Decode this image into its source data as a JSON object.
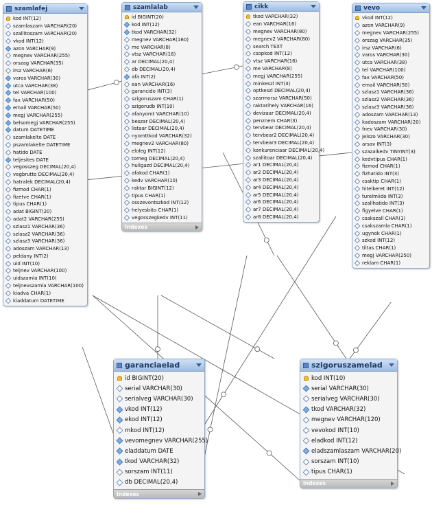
{
  "tables": [
    {
      "id": "szamlafej",
      "title": "szamlafej",
      "footer": "",
      "columns": [
        {
          "text": "kod INT(12)",
          "kind": "key"
        },
        {
          "text": "szamlaszam VARCHAR(20)",
          "kind": "plain"
        },
        {
          "text": "szallitoszam VARCHAR(20)",
          "kind": "plain"
        },
        {
          "text": "vkod INT(12)",
          "kind": "plain"
        },
        {
          "text": "azon VARCHAR(9)",
          "kind": "col"
        },
        {
          "text": "megnev VARCHAR(255)",
          "kind": "plain"
        },
        {
          "text": "orszag VARCHAR(35)",
          "kind": "plain"
        },
        {
          "text": "irsz VARCHAR(6)",
          "kind": "plain"
        },
        {
          "text": "varos VARCHAR(30)",
          "kind": "col"
        },
        {
          "text": "utca VARCHAR(38)",
          "kind": "col"
        },
        {
          "text": "tel VARCHAR(100)",
          "kind": "col"
        },
        {
          "text": "fax VARCHAR(50)",
          "kind": "col"
        },
        {
          "text": "email VARCHAR(50)",
          "kind": "col"
        },
        {
          "text": "megj VARCHAR(255)",
          "kind": "col"
        },
        {
          "text": "belsomegj VARCHAR(255)",
          "kind": "col"
        },
        {
          "text": "datum DATETIME",
          "kind": "col"
        },
        {
          "text": "szamlakelte DATE",
          "kind": "plain"
        },
        {
          "text": "pszamlakelte DATETIME",
          "kind": "plain"
        },
        {
          "text": "hatido DATE",
          "kind": "plain"
        },
        {
          "text": "teljesites DATE",
          "kind": "col"
        },
        {
          "text": "vegosszeg DECIMAL(20,4)",
          "kind": "plain"
        },
        {
          "text": "vegbrutto DECIMAL(20,4)",
          "kind": "plain"
        },
        {
          "text": "hatralek DECIMAL(20,4)",
          "kind": "plain"
        },
        {
          "text": "fizmod CHAR(1)",
          "kind": "plain"
        },
        {
          "text": "fizetve CHAR(1)",
          "kind": "plain"
        },
        {
          "text": "tipus CHAR(1)",
          "kind": "plain"
        },
        {
          "text": "adat BIGINT(20)",
          "kind": "plain"
        },
        {
          "text": "adat2 VARCHAR(255)",
          "kind": "plain"
        },
        {
          "text": "szlasz1 VARCHAR(36)",
          "kind": "plain"
        },
        {
          "text": "szlasz2 VARCHAR(36)",
          "kind": "plain"
        },
        {
          "text": "szlasz3 VARCHAR(36)",
          "kind": "plain"
        },
        {
          "text": "adoszam VARCHAR(13)",
          "kind": "plain"
        },
        {
          "text": "peldany INT(2)",
          "kind": "plain"
        },
        {
          "text": "uid INT(10)",
          "kind": "plain"
        },
        {
          "text": "teljnev VARCHAR(100)",
          "kind": "plain"
        },
        {
          "text": "uidszamla INT(10)",
          "kind": "plain"
        },
        {
          "text": "teljnevszamla VARCHAR(100)",
          "kind": "plain"
        },
        {
          "text": "kiadva CHAR(1)",
          "kind": "plain"
        },
        {
          "text": "kiaddatum DATETIME",
          "kind": "plain"
        }
      ]
    },
    {
      "id": "szamlalab",
      "title": "szamlalab",
      "footer": "Indexes",
      "columns": [
        {
          "text": "id BIGINT(20)",
          "kind": "key"
        },
        {
          "text": "kod INT(12)",
          "kind": "col"
        },
        {
          "text": "tkod VARCHAR(32)",
          "kind": "col"
        },
        {
          "text": "megnev VARCHAR(160)",
          "kind": "plain"
        },
        {
          "text": "me VARCHAR(8)",
          "kind": "plain"
        },
        {
          "text": "vtsz VARCHAR(16)",
          "kind": "plain"
        },
        {
          "text": "ar DECIMAL(20,4)",
          "kind": "plain"
        },
        {
          "text": "db DECIMAL(20,4)",
          "kind": "plain"
        },
        {
          "text": "afa INT(2)",
          "kind": "col"
        },
        {
          "text": "ean VARCHAR(16)",
          "kind": "plain"
        },
        {
          "text": "garancido INT(3)",
          "kind": "plain"
        },
        {
          "text": "szigoruszam CHAR(1)",
          "kind": "plain"
        },
        {
          "text": "szigorudb INT(10)",
          "kind": "plain"
        },
        {
          "text": "afanyomt VARCHAR(10)",
          "kind": "plain"
        },
        {
          "text": "beszar DECIMAL(20,4)",
          "kind": "plain"
        },
        {
          "text": "listaar DECIMAL(20,4)",
          "kind": "plain"
        },
        {
          "text": "nyomttkod VARCHAR(32)",
          "kind": "plain"
        },
        {
          "text": "megnev2 VARCHAR(80)",
          "kind": "plain"
        },
        {
          "text": "eloleg INT(12)",
          "kind": "plain"
        },
        {
          "text": "tomeg DECIMAL(20,4)",
          "kind": "plain"
        },
        {
          "text": "hullgazd DECIMAL(20,4)",
          "kind": "plain"
        },
        {
          "text": "afakod CHAR(1)",
          "kind": "plain"
        },
        {
          "text": "kedv VARCHAR(10)",
          "kind": "plain"
        },
        {
          "text": "raktar BIGINT(12)",
          "kind": "plain"
        },
        {
          "text": "tipus CHAR(1)",
          "kind": "plain"
        },
        {
          "text": "osszevontszkod INT(12)",
          "kind": "plain"
        },
        {
          "text": "helyesbito CHAR(1)",
          "kind": "plain"
        },
        {
          "text": "vegosszegkedv INT(11)",
          "kind": "plain"
        }
      ]
    },
    {
      "id": "cikk",
      "title": "cikk",
      "footer": "",
      "columns": [
        {
          "text": "tkod VARCHAR(32)",
          "kind": "key"
        },
        {
          "text": "ean VARCHAR(16)",
          "kind": "plain"
        },
        {
          "text": "megnev VARCHAR(80)",
          "kind": "plain"
        },
        {
          "text": "megnev2 VARCHAR(80)",
          "kind": "plain"
        },
        {
          "text": "search TEXT",
          "kind": "plain"
        },
        {
          "text": "csopkod INT(12)",
          "kind": "plain"
        },
        {
          "text": "vtsz VARCHAR(16)",
          "kind": "plain"
        },
        {
          "text": "me VARCHAR(8)",
          "kind": "plain"
        },
        {
          "text": "megj VARCHAR(255)",
          "kind": "plain"
        },
        {
          "text": "minkeszl INT(3)",
          "kind": "plain"
        },
        {
          "text": "optkeszl DECIMAL(20,4)",
          "kind": "plain"
        },
        {
          "text": "szarmorsz VARCHAR(50)",
          "kind": "plain"
        },
        {
          "text": "raktarihely VARCHAR(16)",
          "kind": "plain"
        },
        {
          "text": "devizaar DECIMAL(20,4)",
          "kind": "plain"
        },
        {
          "text": "penznem CHAR(3)",
          "kind": "plain"
        },
        {
          "text": "tervbear DECIMAL(20,4)",
          "kind": "plain"
        },
        {
          "text": "tervbear2 DECIMAL(20,4)",
          "kind": "plain"
        },
        {
          "text": "tervbear3 DECIMAL(20,4)",
          "kind": "plain"
        },
        {
          "text": "konkurenciaar DECIMAL(20,4)",
          "kind": "plain"
        },
        {
          "text": "szallitoar DECIMAL(20,4)",
          "kind": "plain"
        },
        {
          "text": "ar1 DECIMAL(20,4)",
          "kind": "plain"
        },
        {
          "text": "ar2 DECIMAL(20,4)",
          "kind": "plain"
        },
        {
          "text": "ar3 DECIMAL(20,4)",
          "kind": "plain"
        },
        {
          "text": "ar4 DECIMAL(20,4)",
          "kind": "plain"
        },
        {
          "text": "ar5 DECIMAL(20,4)",
          "kind": "plain"
        },
        {
          "text": "ar6 DECIMAL(20,4)",
          "kind": "plain"
        },
        {
          "text": "ar7 DECIMAL(20,4)",
          "kind": "plain"
        },
        {
          "text": "ar8 DECIMAL(20,4)",
          "kind": "plain"
        }
      ]
    },
    {
      "id": "vevo",
      "title": "vevo",
      "footer": "",
      "columns": [
        {
          "text": "vkod INT(12)",
          "kind": "key"
        },
        {
          "text": "azon VARCHAR(9)",
          "kind": "plain"
        },
        {
          "text": "megnev VARCHAR(255)",
          "kind": "plain"
        },
        {
          "text": "orszag VARCHAR(35)",
          "kind": "plain"
        },
        {
          "text": "irsz VARCHAR(6)",
          "kind": "plain"
        },
        {
          "text": "varos VARCHAR(30)",
          "kind": "plain"
        },
        {
          "text": "utca VARCHAR(38)",
          "kind": "plain"
        },
        {
          "text": "tel VARCHAR(100)",
          "kind": "plain"
        },
        {
          "text": "fax VARCHAR(50)",
          "kind": "plain"
        },
        {
          "text": "email VARCHAR(50)",
          "kind": "plain"
        },
        {
          "text": "szlasz1 VARCHAR(36)",
          "kind": "plain"
        },
        {
          "text": "szlasz2 VARCHAR(36)",
          "kind": "plain"
        },
        {
          "text": "szlasz3 VARCHAR(36)",
          "kind": "plain"
        },
        {
          "text": "adoszam VARCHAR(13)",
          "kind": "plain"
        },
        {
          "text": "kadoszam VARCHAR(20)",
          "kind": "plain"
        },
        {
          "text": "fnev VARCHAR(30)",
          "kind": "plain"
        },
        {
          "text": "jelszo VARCHAR(30)",
          "kind": "plain"
        },
        {
          "text": "arsav INT(3)",
          "kind": "plain"
        },
        {
          "text": "szazalkedv TINYINT(3)",
          "kind": "plain"
        },
        {
          "text": "kedvtipus CHAR(1)",
          "kind": "plain"
        },
        {
          "text": "fizmod CHAR(1)",
          "kind": "plain"
        },
        {
          "text": "fizhatido INT(3)",
          "kind": "plain"
        },
        {
          "text": "csaktip CHAR(1)",
          "kind": "plain"
        },
        {
          "text": "hitelkeret INT(12)",
          "kind": "plain"
        },
        {
          "text": "turelmiido INT(3)",
          "kind": "plain"
        },
        {
          "text": "szallhatido INT(3)",
          "kind": "plain"
        },
        {
          "text": "figyelve CHAR(1)",
          "kind": "plain"
        },
        {
          "text": "csakszall CHAR(1)",
          "kind": "plain"
        },
        {
          "text": "csakszamla CHAR(1)",
          "kind": "plain"
        },
        {
          "text": "ugynok CHAR(1)",
          "kind": "plain"
        },
        {
          "text": "szkod INT(12)",
          "kind": "plain"
        },
        {
          "text": "tiltas CHAR(1)",
          "kind": "plain"
        },
        {
          "text": "megj VARCHAR(250)",
          "kind": "plain"
        },
        {
          "text": "reklam CHAR(1)",
          "kind": "plain"
        }
      ]
    },
    {
      "id": "garanciaelad",
      "title": "garanciaelad",
      "footer": "Indexes",
      "columns": [
        {
          "text": "id BIGINT(20)",
          "kind": "key"
        },
        {
          "text": "serial VARCHAR(30)",
          "kind": "plain"
        },
        {
          "text": "serialveg VARCHAR(30)",
          "kind": "plain"
        },
        {
          "text": "vkod INT(12)",
          "kind": "col"
        },
        {
          "text": "ekod INT(12)",
          "kind": "col"
        },
        {
          "text": "mkod INT(12)",
          "kind": "plain"
        },
        {
          "text": "vevomegnev VARCHAR(255)",
          "kind": "col"
        },
        {
          "text": "eladdatum DATE",
          "kind": "col"
        },
        {
          "text": "tkod VARCHAR(32)",
          "kind": "col"
        },
        {
          "text": "sorszam INT(11)",
          "kind": "plain"
        },
        {
          "text": "db DECIMAL(20,4)",
          "kind": "plain"
        }
      ]
    },
    {
      "id": "szigoruszamelad",
      "title": "szigoruszamelad",
      "footer": "Indexes",
      "columns": [
        {
          "text": "kod INT(10)",
          "kind": "key"
        },
        {
          "text": "serial VARCHAR(30)",
          "kind": "col"
        },
        {
          "text": "serialveg VARCHAR(30)",
          "kind": "plain"
        },
        {
          "text": "tkod VARCHAR(32)",
          "kind": "col"
        },
        {
          "text": "megnev VARCHAR(120)",
          "kind": "plain"
        },
        {
          "text": "vevokod INT(10)",
          "kind": "plain"
        },
        {
          "text": "eladkod INT(12)",
          "kind": "plain"
        },
        {
          "text": "eladszamlaszam VARCHAR(20)",
          "kind": "col"
        },
        {
          "text": "sorszam INT(10)",
          "kind": "plain"
        },
        {
          "text": "tipus CHAR(1)",
          "kind": "plain"
        }
      ]
    }
  ]
}
